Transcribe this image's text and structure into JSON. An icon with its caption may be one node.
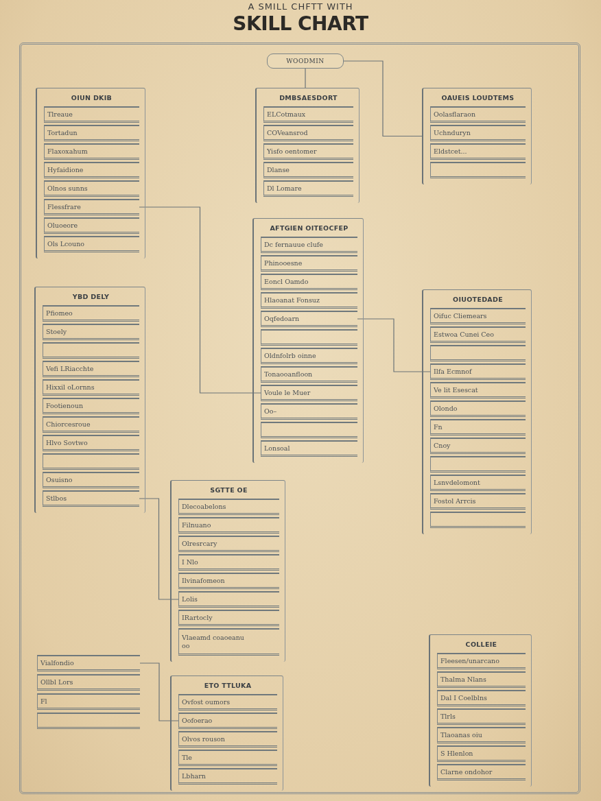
{
  "diagram": {
    "title": "SKILL CHART",
    "nodes": [
      {
        "text": [
          "WOODMIN"
        ]
      },
      {
        "text": [
          "OIUN DKIB"
        ]
      },
      {
        "text": [
          "Tlreaue"
        ],
        "in": 1
      },
      {
        "text": [
          "Tortadun"
        ],
        "in": 1
      },
      {
        "text": [
          "Flaxoxahum"
        ],
        "in": 1
      },
      {
        "text": [
          "Hyfaidione"
        ],
        "in": 1
      },
      {
        "text": [
          "Olnos sunns"
        ],
        "in": 1
      },
      {
        "text": [
          "Flessfrare"
        ],
        "in": 1
      },
      {
        "text": [
          "Oluoeore"
        ],
        "in": 1
      },
      {
        "text": [
          "Ols Lcouno"
        ],
        "in": 1
      },
      {
        "text": [
          "DMBSAESDORT"
        ]
      },
      {
        "text": [
          "ELCotmaux"
        ],
        "in": 10
      },
      {
        "text": [
          "COVeansrod"
        ],
        "in": 10
      },
      {
        "text": [
          "Yisfo oentomer"
        ],
        "in": 10
      },
      {
        "text": [
          "Dlanse"
        ],
        "in": 10
      },
      {
        "text": [
          "Dl Lomare"
        ],
        "in": 10
      },
      {
        "text": [
          "OAUEIS LOUDTEMS"
        ]
      },
      {
        "text": [
          "Oolasflaraon"
        ],
        "in": 16
      },
      {
        "text": [
          "Uchnduryn"
        ],
        "in": 16
      },
      {
        "text": [
          "Eldstcet..."
        ],
        "in": 16
      },
      {
        "text": [],
        "shape": "box",
        "in": 16
      },
      {
        "text": [
          "AFTGIEN OITEOCFEP"
        ]
      },
      {
        "text": [
          "Dc fernauue clufe"
        ],
        "in": 21
      },
      {
        "text": [
          "Phinooesne"
        ],
        "in": 21
      },
      {
        "text": [
          "Eoncl Oamdo"
        ],
        "in": 21
      },
      {
        "text": [
          "Hlaoanat Fonsuz"
        ],
        "in": 21
      },
      {
        "text": [
          "Oqfedoarn"
        ],
        "in": 21
      },
      {
        "text": [],
        "shape": "box",
        "in": 21
      },
      {
        "text": [
          "Oldnfolrb oinne"
        ],
        "in": 21
      },
      {
        "text": [
          "Tonaooanfloon"
        ],
        "in": 21
      },
      {
        "text": [
          "Voule le Muer"
        ],
        "in": 21
      },
      {
        "text": [
          "Oo–"
        ],
        "in": 21
      },
      {
        "text": [],
        "shape": "box",
        "in": 21
      },
      {
        "text": [
          "Lonsoal"
        ],
        "in": 21
      },
      {
        "text": [
          "YBD DELY"
        ]
      },
      {
        "text": [
          "Pfiomeo"
        ],
        "in": 34
      },
      {
        "text": [
          "Stoely"
        ],
        "in": 34
      },
      {
        "text": [],
        "shape": "box",
        "in": 34
      },
      {
        "text": [
          "Vefi LRiacchte"
        ],
        "in": 34
      },
      {
        "text": [
          "Hixxil oLornns"
        ],
        "in": 34
      },
      {
        "text": [
          "Footienoun"
        ],
        "in": 34
      },
      {
        "text": [
          "Chiorcesroue"
        ],
        "in": 34
      },
      {
        "text": [
          "Hlvo Sovtwo"
        ],
        "in": 34
      },
      {
        "text": [],
        "shape": "box",
        "in": 34
      },
      {
        "text": [
          "Osuisno"
        ],
        "in": 34
      },
      {
        "text": [
          "Stlbos"
        ],
        "in": 34
      },
      {
        "text": [
          "OIUOTEDADE"
        ]
      },
      {
        "text": [
          "Oifuc Cliemears"
        ],
        "in": 46
      },
      {
        "text": [
          "Estwoa Cunei Ceo"
        ],
        "in": 46
      },
      {
        "text": [],
        "shape": "box",
        "in": 46
      },
      {
        "text": [
          "Ilfa Ecmnof"
        ],
        "in": 46
      },
      {
        "text": [
          "Ve lit Esescat"
        ],
        "in": 46
      },
      {
        "text": [
          "Olondo"
        ],
        "in": 46
      },
      {
        "text": [
          "Fn"
        ],
        "in": 46
      },
      {
        "text": [
          "Cnoy"
        ],
        "in": 46
      },
      {
        "text": [],
        "shape": "box",
        "in": 46
      },
      {
        "text": [
          "Lsnvdelomont"
        ],
        "in": 46
      },
      {
        "text": [
          "Fostol Arrcis"
        ],
        "in": 46
      },
      {
        "text": [],
        "shape": "box",
        "in": 46
      },
      {
        "text": [
          "SGTTE OE"
        ]
      },
      {
        "text": [
          "Dlecoabelons"
        ],
        "in": 59
      },
      {
        "text": [
          "Filnuano"
        ],
        "in": 59
      },
      {
        "text": [
          "Olresrcary"
        ],
        "in": 59
      },
      {
        "text": [
          "I Nlo"
        ],
        "in": 59
      },
      {
        "text": [
          "Ilvinafomeon"
        ],
        "in": 59
      },
      {
        "text": [
          "Lolis"
        ],
        "in": 59
      },
      {
        "text": [
          "IRartocly"
        ],
        "in": 59
      },
      {
        "text": [
          "Vlaeamd coaoeanu",
          "oo"
        ],
        "in": 59
      },
      {
        "text": [
          "Vialfondio"
        ]
      },
      {
        "text": [
          "Ollbl Lors"
        ]
      },
      {
        "text": [
          "Fl"
        ]
      },
      {
        "text": [],
        "shape": "box"
      },
      {
        "text": [
          "ETO TTLUKA"
        ]
      },
      {
        "text": [
          "Ovfost oumors"
        ],
        "in": 72
      },
      {
        "text": [
          "Oofoerao"
        ],
        "in": 72
      },
      {
        "text": [
          "Olvos rouson"
        ],
        "in": 72
      },
      {
        "text": [
          "Tle"
        ],
        "in": 72
      },
      {
        "text": [
          "Lbharn"
        ],
        "in": 72
      },
      {
        "text": [
          "COLLEIE"
        ]
      },
      {
        "text": [
          "Fleesen/unarcano"
        ],
        "in": 78
      },
      {
        "text": [
          "Thalma Nlans"
        ],
        "in": 78
      },
      {
        "text": [
          "Dal I Coelblns"
        ],
        "in": 78
      },
      {
        "text": [
          "Tlrls"
        ],
        "in": 78
      },
      {
        "text": [
          "Tlaoanas oiu"
        ],
        "in": 78
      },
      {
        "text": [
          "S Hlenlon"
        ],
        "in": 78
      },
      {
        "text": [
          "Clarne ondohor"
        ],
        "in": 78
      }
    ],
    "edges": [
      {
        "from": 0,
        "to": 10,
        "arrow": "none"
      },
      {
        "from": 0,
        "to": 16,
        "arrow": "none"
      },
      {
        "from": 7,
        "to": 30,
        "arrow": "none"
      },
      {
        "from": 45,
        "to": 65,
        "arrow": "none"
      },
      {
        "from": 68,
        "to": 74,
        "arrow": "none"
      },
      {
        "from": 26,
        "to": 50,
        "arrow": "none"
      }
    ],
    "labels": [
      "A SMILL CHFTT WITH"
    ]
  }
}
